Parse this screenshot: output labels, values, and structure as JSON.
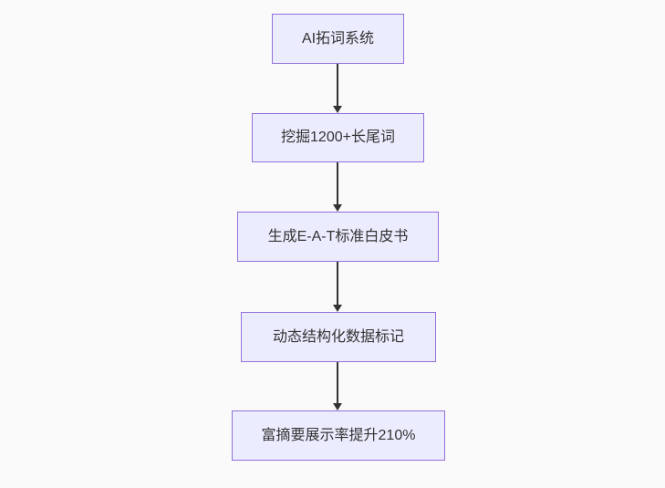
{
  "diagram": {
    "type": "flowchart",
    "direction": "top-down",
    "nodes": [
      {
        "id": "n1",
        "label": "AI拓词系统"
      },
      {
        "id": "n2",
        "label": "挖掘1200+长尾词"
      },
      {
        "id": "n3",
        "label": "生成E-A-T标准白皮书"
      },
      {
        "id": "n4",
        "label": "动态结构化数据标记"
      },
      {
        "id": "n5",
        "label": "富摘要展示率提升210%"
      }
    ],
    "edges": [
      {
        "from": "n1",
        "to": "n2"
      },
      {
        "from": "n2",
        "to": "n3"
      },
      {
        "from": "n3",
        "to": "n4"
      },
      {
        "from": "n4",
        "to": "n5"
      }
    ],
    "colors": {
      "node_fill": "#ECECFF",
      "node_border": "#9370DB",
      "node_text": "#333333",
      "arrow": "#333333",
      "background": "#FAFAFA"
    }
  }
}
